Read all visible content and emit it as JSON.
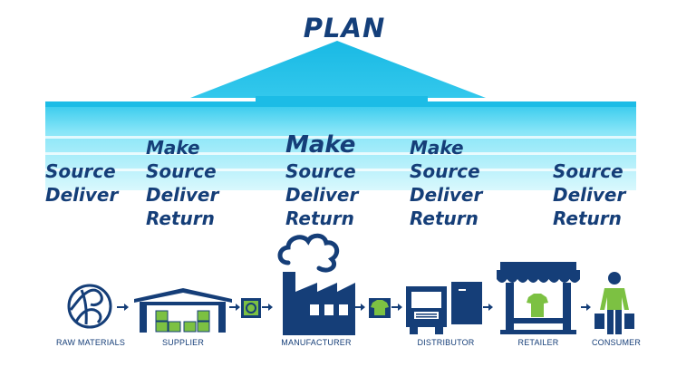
{
  "title": "PLAN",
  "columns": [
    {
      "stages": [
        "Source",
        "Deliver"
      ]
    },
    {
      "stages": [
        "Make",
        "Source",
        "Deliver",
        "Return"
      ]
    },
    {
      "stages": [
        "Make",
        "Source",
        "Deliver",
        "Return"
      ]
    },
    {
      "stages": [
        "Make",
        "Source",
        "Deliver",
        "Return"
      ]
    },
    {
      "stages": [
        "Source",
        "Deliver",
        "Return"
      ]
    }
  ],
  "nodes": [
    {
      "label": "RAW MATERIALS",
      "icon": "cotton-boll-icon"
    },
    {
      "label": "SUPPLIER",
      "icon": "warehouse-icon"
    },
    {
      "label": "MANUFACTURER",
      "icon": "factory-icon"
    },
    {
      "label": "DISTRIBUTOR",
      "icon": "truck-icon"
    },
    {
      "label": "RETAILER",
      "icon": "storefront-icon"
    },
    {
      "label": "CONSUMER",
      "icon": "shopper-icon"
    }
  ],
  "colors": {
    "navy": "#153e78",
    "arrow_light": "#c6f3fb",
    "arrow_mid": "#3fd0ef",
    "arrow_dark": "#1bbde6",
    "accent_green": "#7cc142"
  }
}
